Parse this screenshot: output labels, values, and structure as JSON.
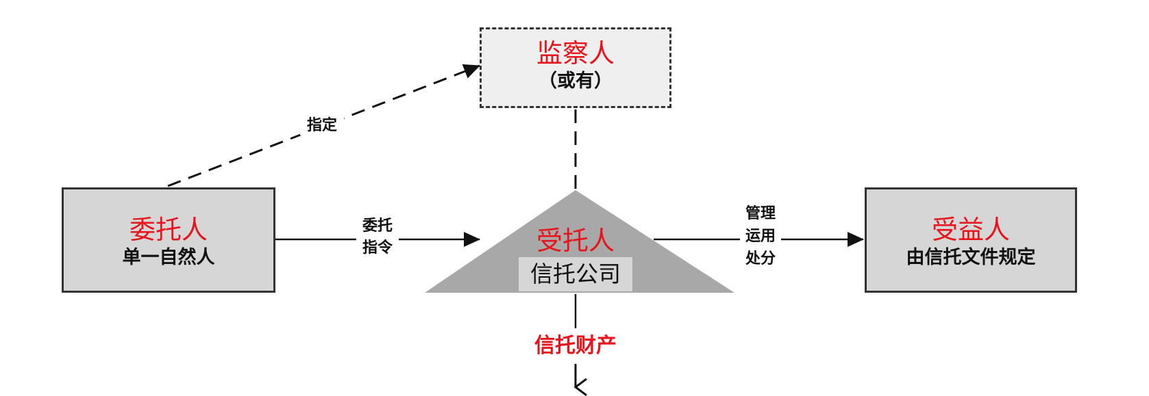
{
  "nodes": {
    "supervisor": {
      "title": "监察人",
      "sub": "（或有）"
    },
    "settlor": {
      "title": "委托人",
      "sub": "单一自然人"
    },
    "trustee": {
      "title": "受托人",
      "sub": "信托公司"
    },
    "beneficiary": {
      "title": "受益人",
      "sub": "由信托文件规定"
    }
  },
  "edges": {
    "designate": {
      "label": "指定"
    },
    "entrust": {
      "line1": "委托",
      "line2": "指令"
    },
    "manage": {
      "line1": "管理",
      "line2": "运用",
      "line3": "处分"
    }
  },
  "asset": {
    "label": "信托财产"
  },
  "colors": {
    "accent": "#e8141b",
    "box_fill": "#d6d6d6",
    "triangle_fill": "#a8a8a8",
    "supervisor_fill": "#efefef"
  }
}
